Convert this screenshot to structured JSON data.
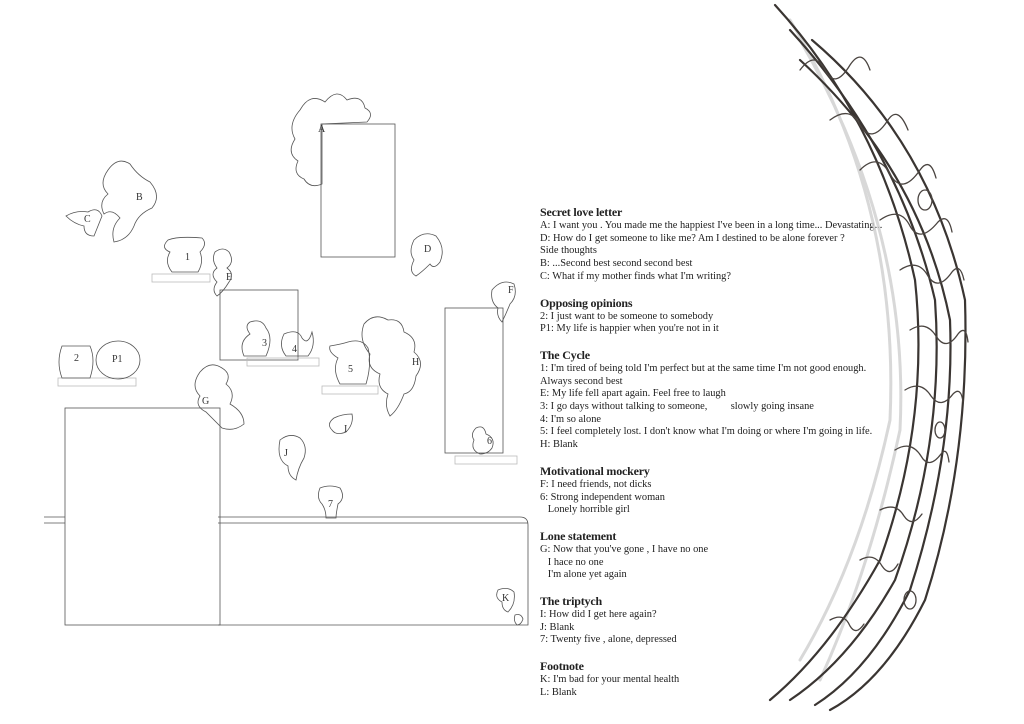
{
  "plan_labels": [
    "A",
    "B",
    "C",
    "D",
    "1",
    "E",
    "F",
    "2",
    "P1",
    "3",
    "4",
    "5",
    "H",
    "G",
    "I",
    "J",
    "6",
    "7",
    "K"
  ],
  "sections": [
    {
      "title": "Secret love letter",
      "lines": [
        "A: I want you . You made me the happiest I've been in a long time... Devastating...",
        "D: How do I get someone to like me? Am I destined to be alone forever ?",
        "Side thoughts",
        "B: ...Second best second second best",
        "C: What if my mother finds what I'm writing?"
      ]
    },
    {
      "title": "Opposing opinions",
      "lines": [
        "2: I just want to be someone to somebody",
        "P1: My life is happier when you're not in it"
      ]
    },
    {
      "title": "The Cycle",
      "lines": [
        "1: I'm tired of being told I'm perfect but at the same time I'm not good enough.",
        "Always second best",
        "E: My life fell apart again. Feel free to laugh",
        "3: I go days without talking to someone,         slowly going insane",
        "4: I'm so alone",
        "5: I feel completely lost. I don't know what I'm doing or where I'm going in life.",
        "H: Blank"
      ]
    },
    {
      "title": "Motivational mockery",
      "lines": [
        "F: I need friends, not dicks",
        "6: Strong independent woman",
        "   Lonely horrible girl"
      ]
    },
    {
      "title": "Lone statement",
      "lines": [
        "G: Now that you've gone , I have no one",
        "   I hace no one",
        "   I'm alone yet again"
      ]
    },
    {
      "title": "The triptych",
      "lines": [
        "I: How did I get here again?",
        "J: Blank",
        "7: Twenty five , alone, depressed"
      ]
    },
    {
      "title": "Footnote",
      "lines": [
        "K: I'm bad for your mental health",
        "L: Blank"
      ]
    }
  ]
}
